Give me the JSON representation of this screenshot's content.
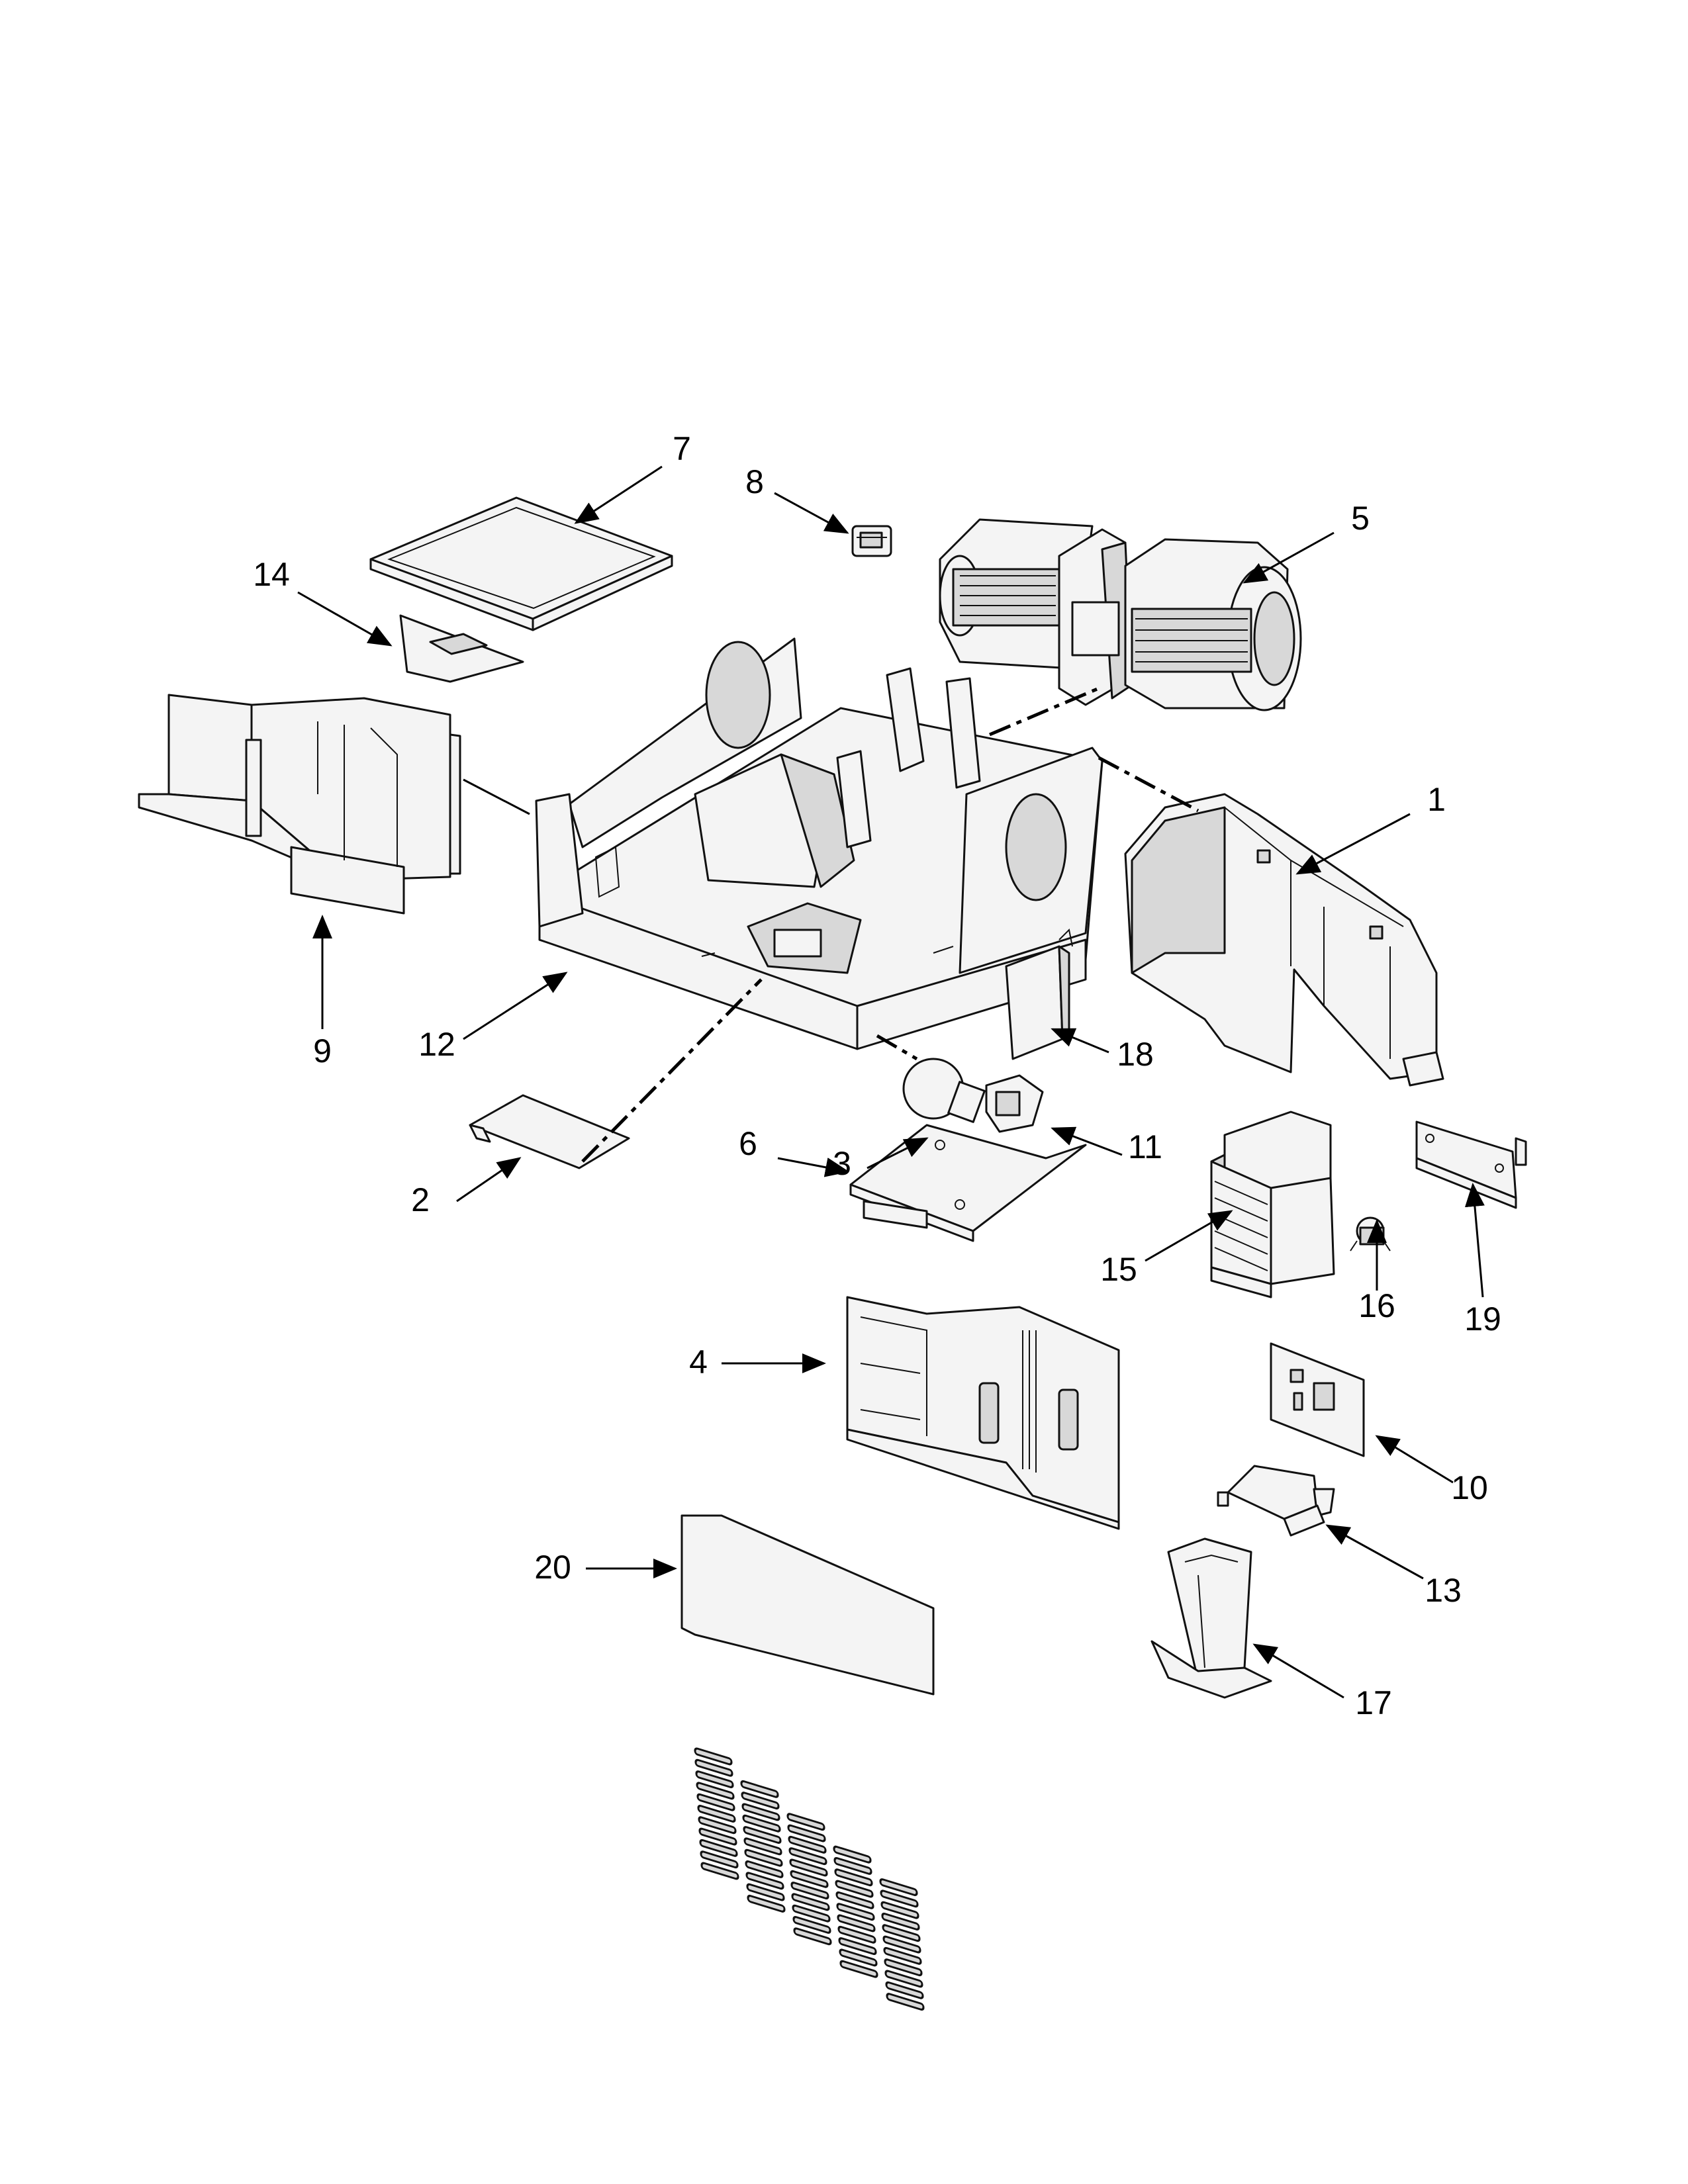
{
  "callouts": [
    {
      "label": "1",
      "arrow": "left"
    },
    {
      "label": "2"
    },
    {
      "label": "3"
    },
    {
      "label": "4"
    },
    {
      "label": "5"
    },
    {
      "label": "6"
    },
    {
      "label": "7"
    },
    {
      "label": "8"
    },
    {
      "label": "9"
    },
    {
      "label": "10"
    },
    {
      "label": "11"
    },
    {
      "label": "12"
    },
    {
      "label": "13"
    },
    {
      "label": "14"
    },
    {
      "label": "15"
    },
    {
      "label": "16"
    },
    {
      "label": "17"
    },
    {
      "label": "18"
    },
    {
      "label": "19"
    },
    {
      "label": "20"
    }
  ]
}
